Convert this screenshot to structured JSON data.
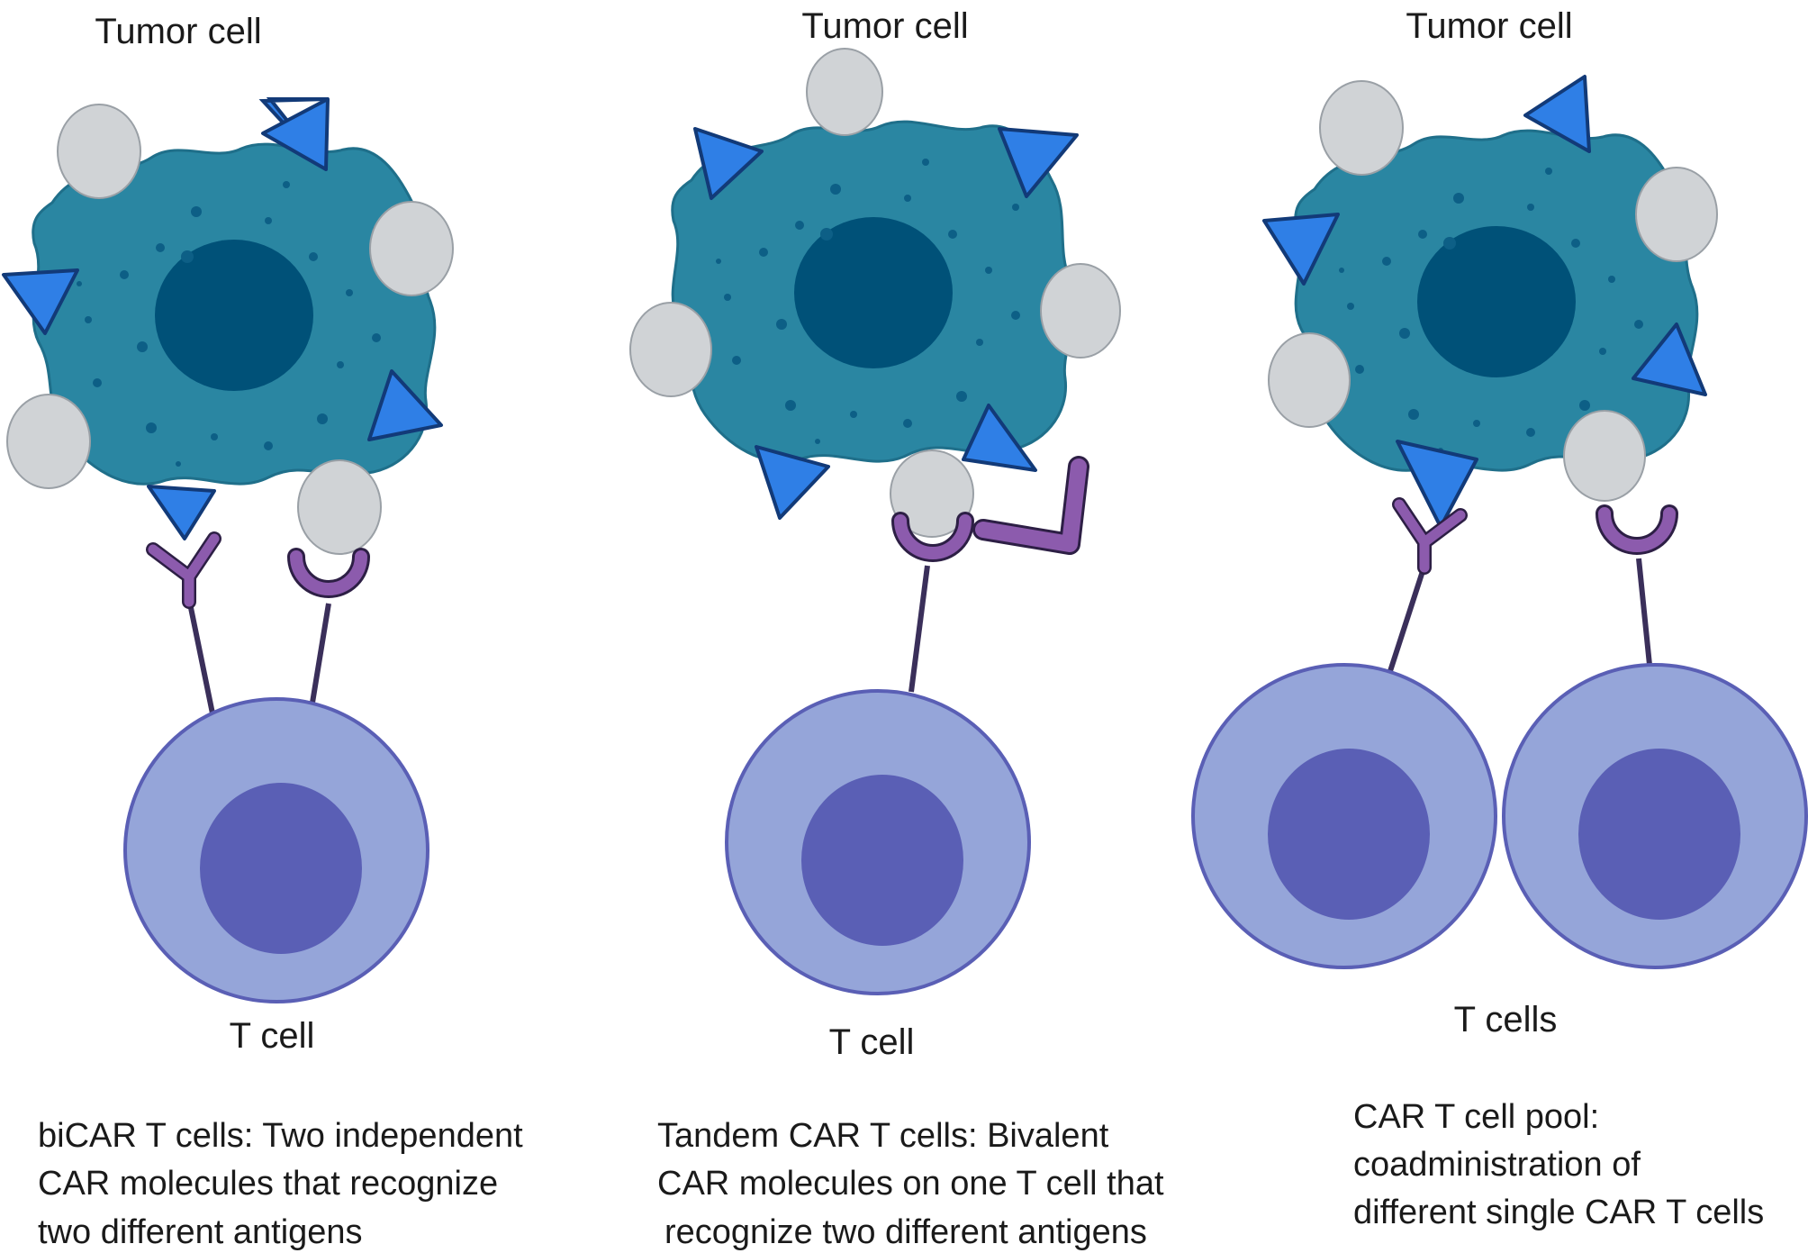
{
  "panels": [
    {
      "tumor_label": "Tumor cell",
      "tcell_label": "T cell",
      "caption": [
        "biCAR T cells: Two independent",
        "CAR molecules that  recognize",
        "two different antigens"
      ]
    },
    {
      "tumor_label": "Tumor cell",
      "tcell_label": "T cell",
      "caption": [
        "Tandem CAR T cells: Bivalent",
        "CAR molecules on one T cell that",
        "recognize two different antigens"
      ]
    },
    {
      "tumor_label": "Tumor cell",
      "tcell_label": "T cells",
      "caption": [
        "CAR T cell pool:",
        "coadministration of",
        "different single CAR T cells"
      ]
    }
  ],
  "colors": {
    "tumor_body": "#2a86a2",
    "tumor_nucleus": "#005178",
    "antigen_triangle": "#2f7fe6",
    "antigen_oval": "#d0d3d6",
    "car_receptor": "#8c5bad",
    "tcell_outer": "#95a5d9",
    "tcell_inner": "#5a5fb5",
    "stalk": "#3a2f5a"
  }
}
